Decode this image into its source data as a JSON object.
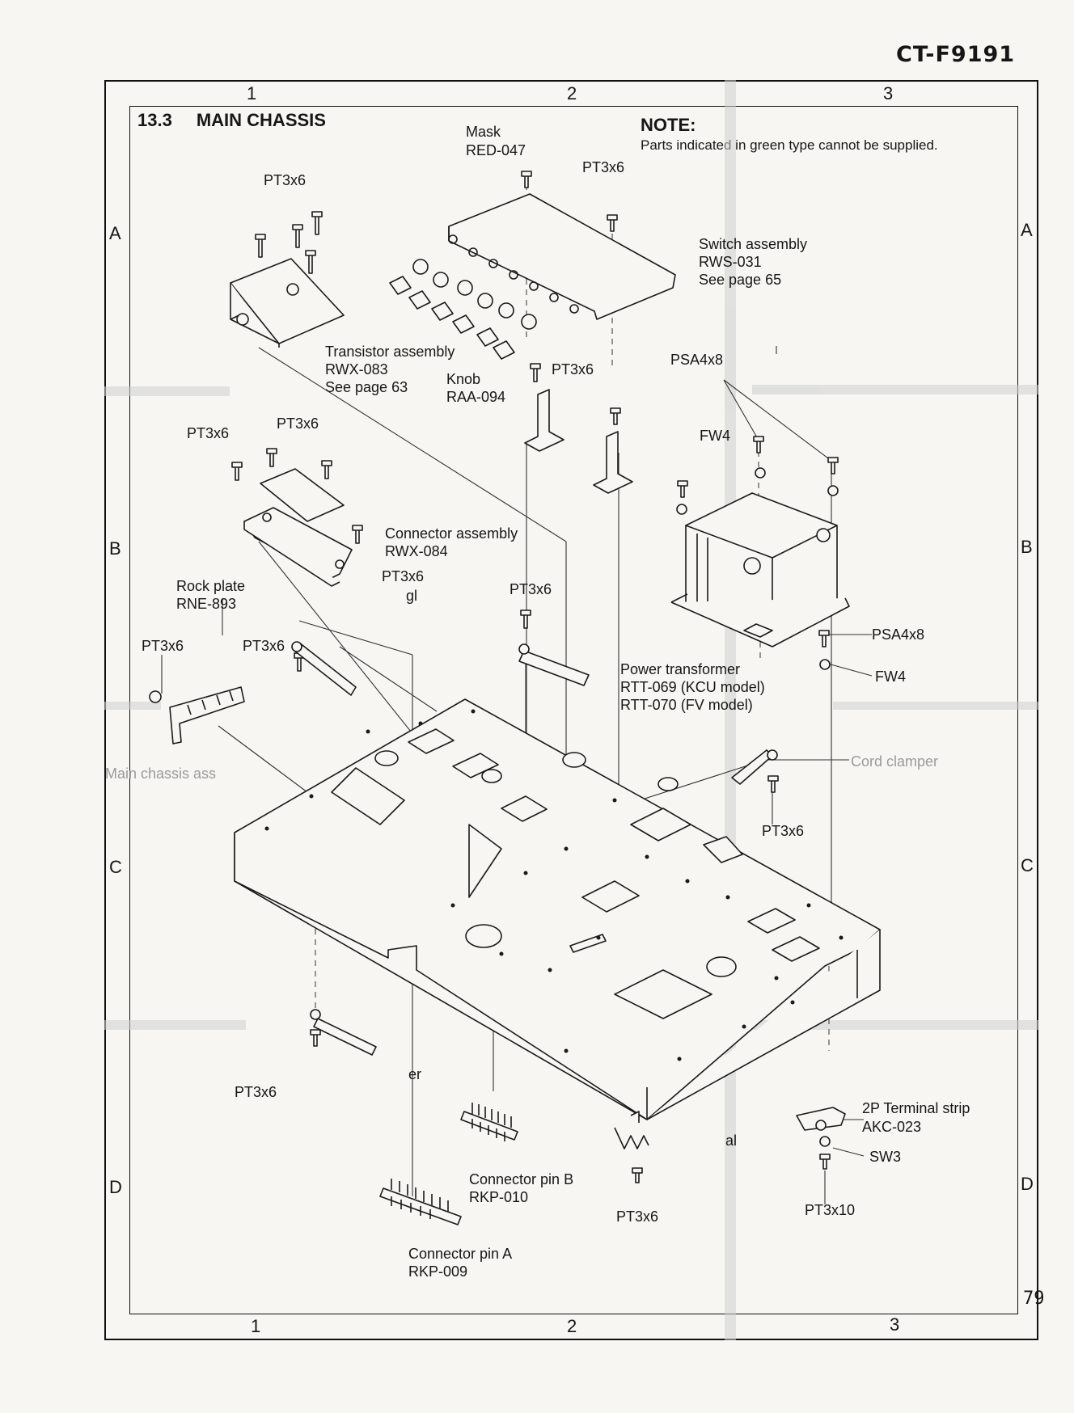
{
  "header": {
    "model": "CT-F9191"
  },
  "footer": {
    "page_number": "79"
  },
  "section": {
    "number": "13.3",
    "title": "MAIN CHASSIS"
  },
  "note": {
    "heading": "NOTE:",
    "text": "Parts indicated in green type cannot be supplied."
  },
  "grid": {
    "columns": [
      "1",
      "2",
      "3"
    ],
    "rows": [
      "A",
      "B",
      "C",
      "D"
    ]
  },
  "labels": {
    "mask": [
      "Mask",
      "RED-047"
    ],
    "switch_assembly": [
      "Switch assembly",
      "RWS-031",
      "See page 65"
    ],
    "transistor_assembly": [
      "Transistor assembly",
      "RWX-083",
      "See page 63"
    ],
    "knob": [
      "Knob",
      "RAA-094"
    ],
    "connector_assembly": [
      "Connector assembly",
      "RWX-084"
    ],
    "rock_plate": [
      "Rock plate",
      "RNE-893"
    ],
    "power_transformer": [
      "Power transformer",
      "RTT-069 (KCU model)",
      "RTT-070 (FV model)"
    ],
    "cord_clamper": "Cord clamper",
    "main_chassis": "Main chassis ass",
    "terminal_strip": [
      "2P Terminal strip",
      "AKC-023"
    ],
    "connector_pin_b": [
      "Connector pin B",
      "RKP-010"
    ],
    "connector_pin_a": [
      "Connector pin A",
      "RKP-009"
    ],
    "pt3x6": "PT3x6",
    "psa4x8": "PSA4x8",
    "fw4": "FW4",
    "sw3": "SW3",
    "pt3x10": "PT3x10",
    "stray_gl": "gl",
    "stray_al": "al",
    "stray_er": "er"
  }
}
